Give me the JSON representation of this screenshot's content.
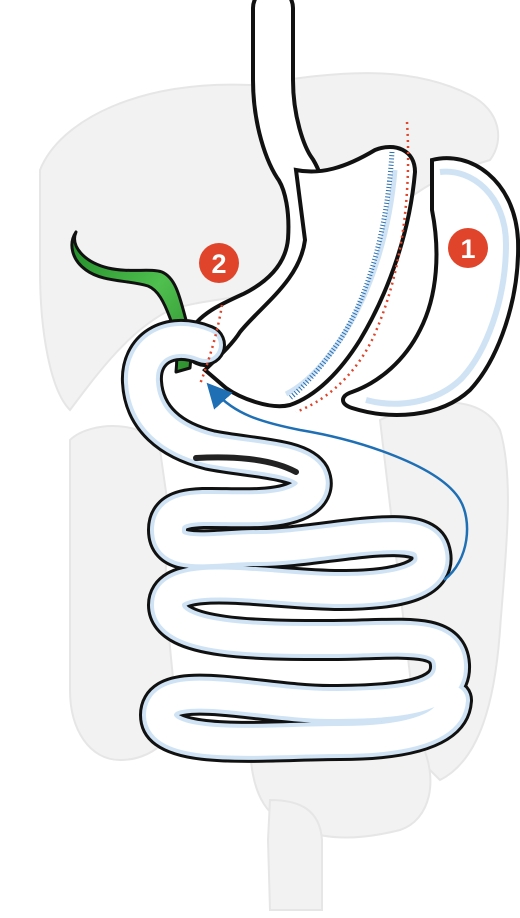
{
  "diagram": {
    "markers": [
      {
        "id": "marker-1",
        "label": "1"
      },
      {
        "id": "marker-2",
        "label": "2"
      }
    ],
    "colors": {
      "marker": "#e0442a",
      "background_organs": "#f2f2f2",
      "gut_outline": "#111111",
      "gut_fill": "#ffffff",
      "gut_inner_shade": "#cfe3f5",
      "staple_line": "#2a6fb0",
      "cut_line": "#e0442a",
      "flow_arrow": "#1f6fb5",
      "gallbladder": "#3ea23e"
    },
    "icons": {
      "flow": "arrow-up-icon"
    }
  }
}
